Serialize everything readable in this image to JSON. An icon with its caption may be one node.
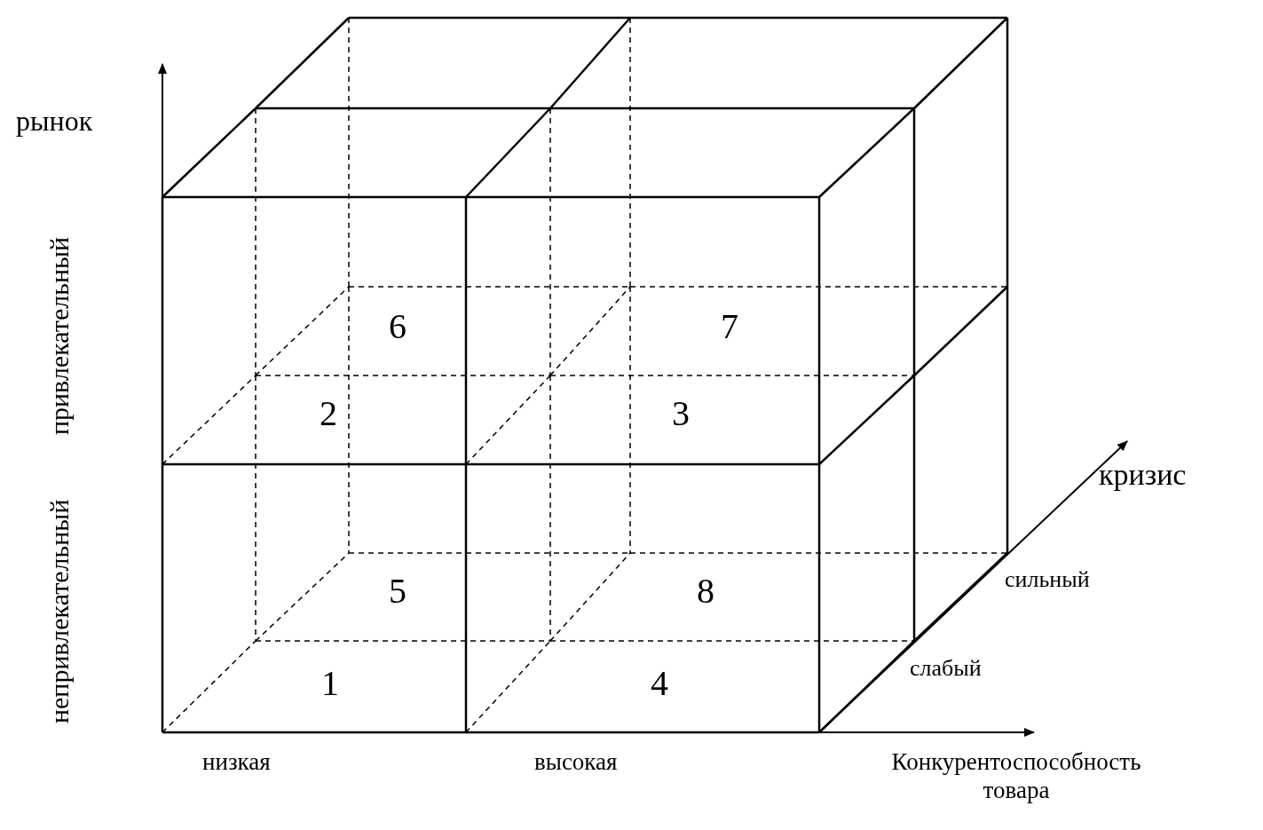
{
  "diagram": {
    "labels": [
      "рынок",
      "привлекательный",
      "6",
      "7",
      "2",
      "3",
      "кризис",
      "непривлекательный",
      "сильный",
      "5",
      "8",
      "слабый",
      "1",
      "4",
      "низкая",
      "высокая",
      "Конкурентоспособность товара"
    ]
  }
}
